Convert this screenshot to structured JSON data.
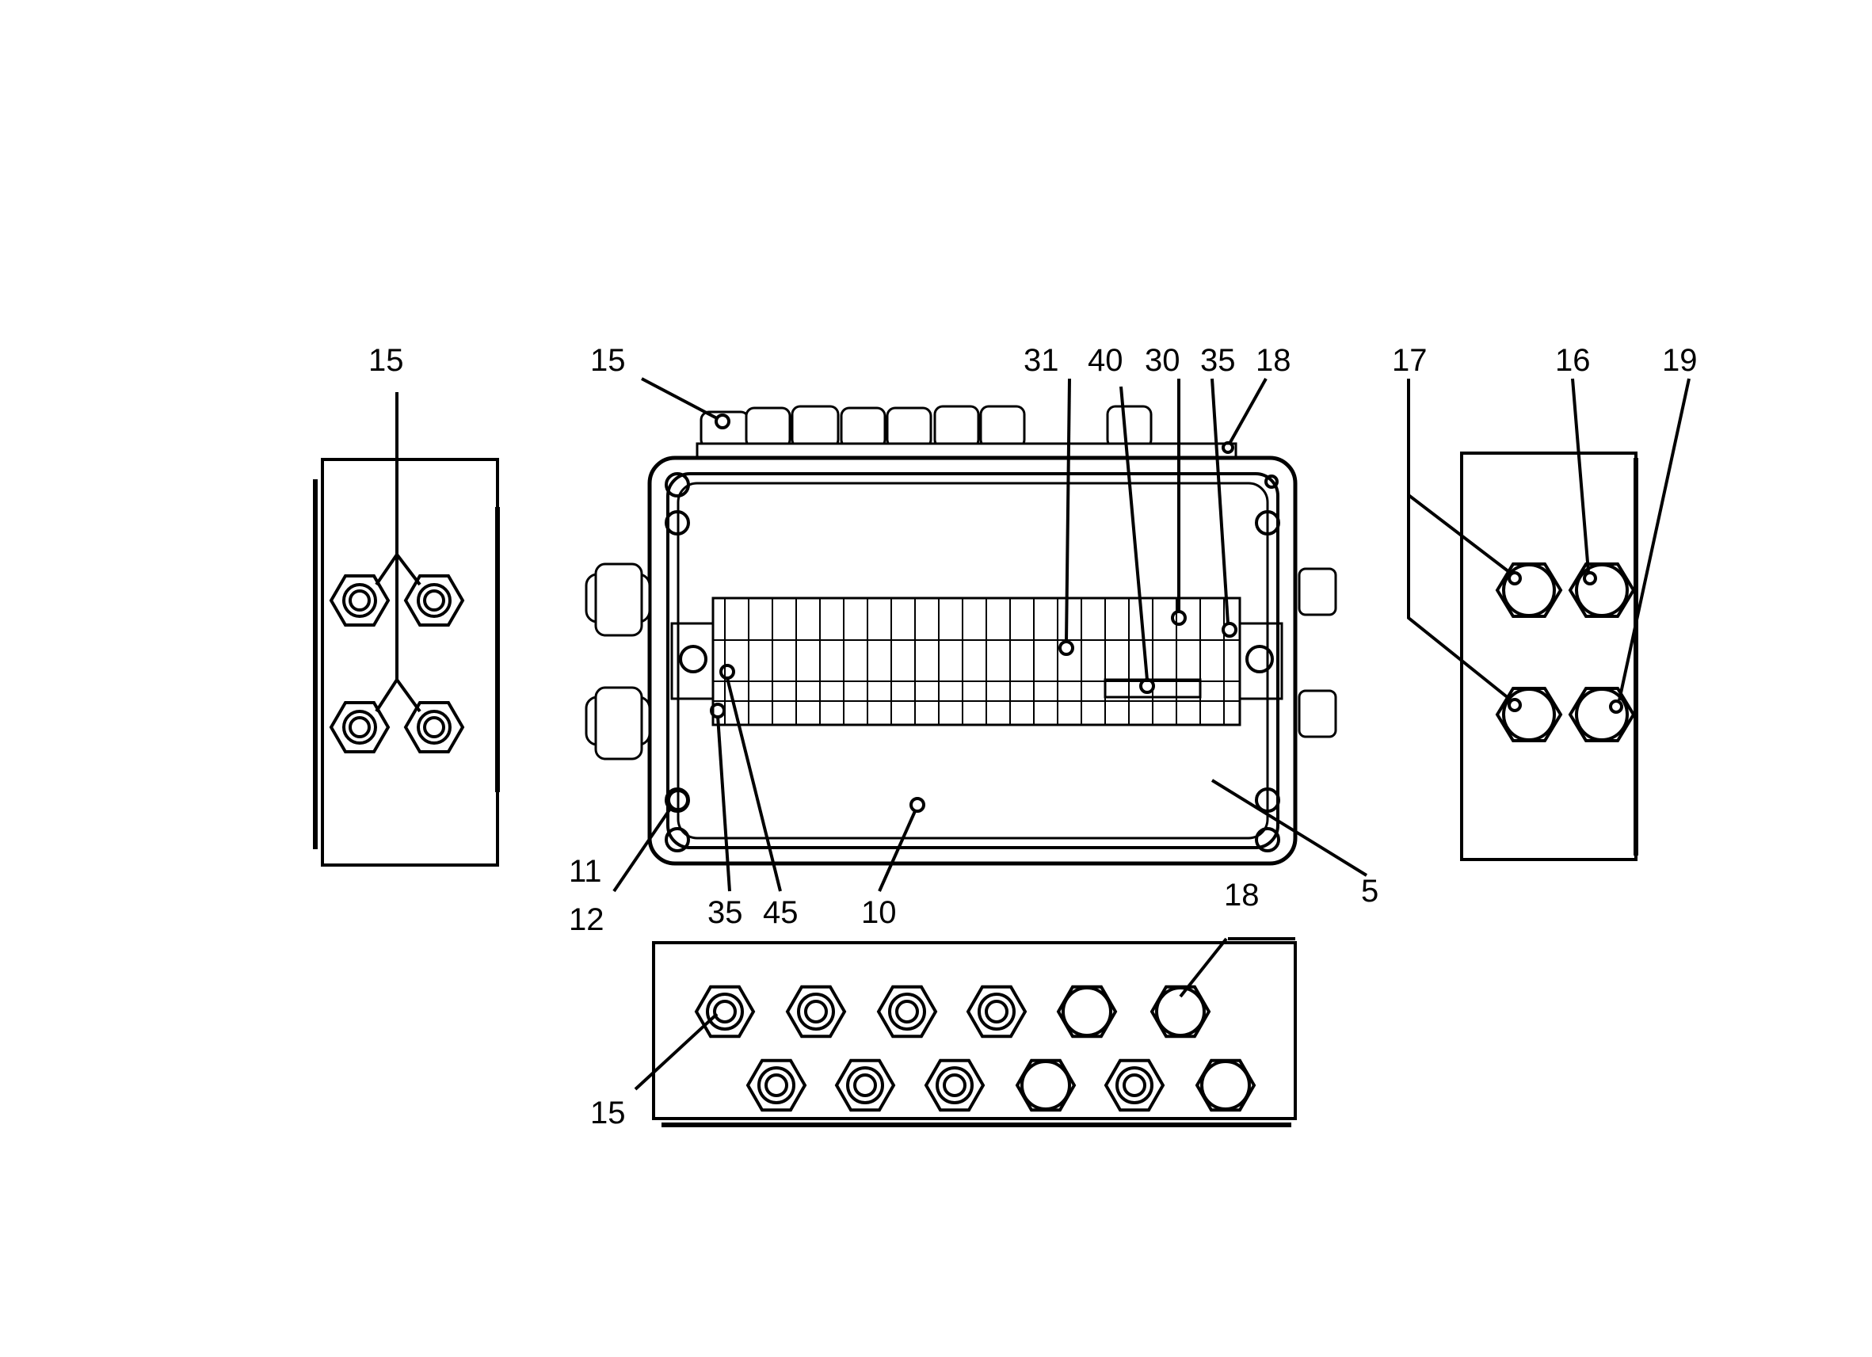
{
  "callouts": {
    "left_15": "15",
    "top_15": "15",
    "top_31": "31",
    "top_40": "40",
    "top_30": "30",
    "top_35": "35",
    "top_18": "18",
    "right_17": "17",
    "right_16": "16",
    "right_19": "19",
    "bottom_11": "11",
    "bottom_12": "12",
    "bottom_35": "35",
    "bottom_45": "45",
    "bottom_10": "10",
    "bottom_5": "5",
    "lower_18": "18",
    "lower_15": "15"
  }
}
